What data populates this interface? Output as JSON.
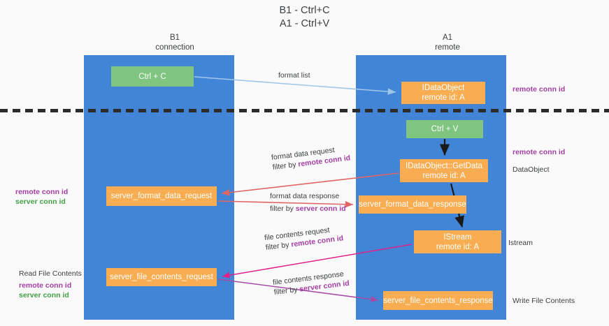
{
  "title": "B1 - Ctrl+C\nA1 - Ctrl+V",
  "columns": {
    "left": {
      "header": "B1\nconnection"
    },
    "right": {
      "header": "A1\nremote"
    }
  },
  "nodes": {
    "ctrl_c": {
      "line1": "Ctrl + C",
      "color": "#7fc47f"
    },
    "idataobject_remote": {
      "line1": "IDataObject",
      "line2": "remote id: A",
      "color": "#f9ad52"
    },
    "ctrl_v": {
      "line1": "Ctrl + V",
      "color": "#7fc47f"
    },
    "getdata": {
      "line1": "IDataObject::GetData",
      "line2": "remote id: A",
      "color": "#f9ad52"
    },
    "server_format_data_request": {
      "line1": "server_format_data_request",
      "color": "#f9ad52"
    },
    "server_format_data_response": {
      "line1": "server_format_data_response",
      "color": "#f9ad52"
    },
    "istream": {
      "line1": "IStream",
      "line2": "remote id: A",
      "color": "#f9ad52"
    },
    "server_file_contents_request": {
      "line1": "server_file_contents_request",
      "color": "#f9ad52"
    },
    "server_file_contents_response": {
      "line1": "server_file_contents_response",
      "color": "#f9ad52"
    }
  },
  "edges": {
    "format_list": {
      "line1": "format list",
      "line2": "",
      "highlight": ""
    },
    "format_data_request": {
      "line1": "format data request",
      "prefix": "filter by ",
      "highlight": "remote conn id"
    },
    "format_data_response": {
      "line1": "format data response",
      "prefix": "filter by ",
      "highlight": "server conn id"
    },
    "file_contents_request": {
      "line1": "file contents request",
      "prefix": "filter by ",
      "highlight": "remote conn id"
    },
    "file_contents_response": {
      "line1": "file contents response",
      "prefix": "filter by ",
      "highlight": "server conn id"
    }
  },
  "annotations": {
    "right_remote_conn_id_1": "remote conn id",
    "right_remote_conn_id_2": "remote conn id",
    "right_dataobject": "DataObject",
    "right_istream": "Istream",
    "right_write_file_contents": "Write File Contents",
    "left_remote_conn_id_1": "remote conn id",
    "left_server_conn_id_1": "server conn id",
    "left_read_file_contents": "Read File Contents",
    "left_remote_conn_id_2": "remote conn id",
    "left_server_conn_id_2": "server conn id"
  },
  "colors": {
    "lane": "#4285d6",
    "green_node": "#7fc47f",
    "orange_node": "#f9ad52",
    "purple_text": "#a33ea3",
    "green_text": "#43a047",
    "arrow_blue": "#9fc5e8",
    "arrow_red": "#e06666",
    "arrow_magenta": "#e0218a",
    "arrow_purple": "#a64ca6",
    "arrow_black": "#1a1a1a",
    "divider": "#2b2b2b"
  }
}
